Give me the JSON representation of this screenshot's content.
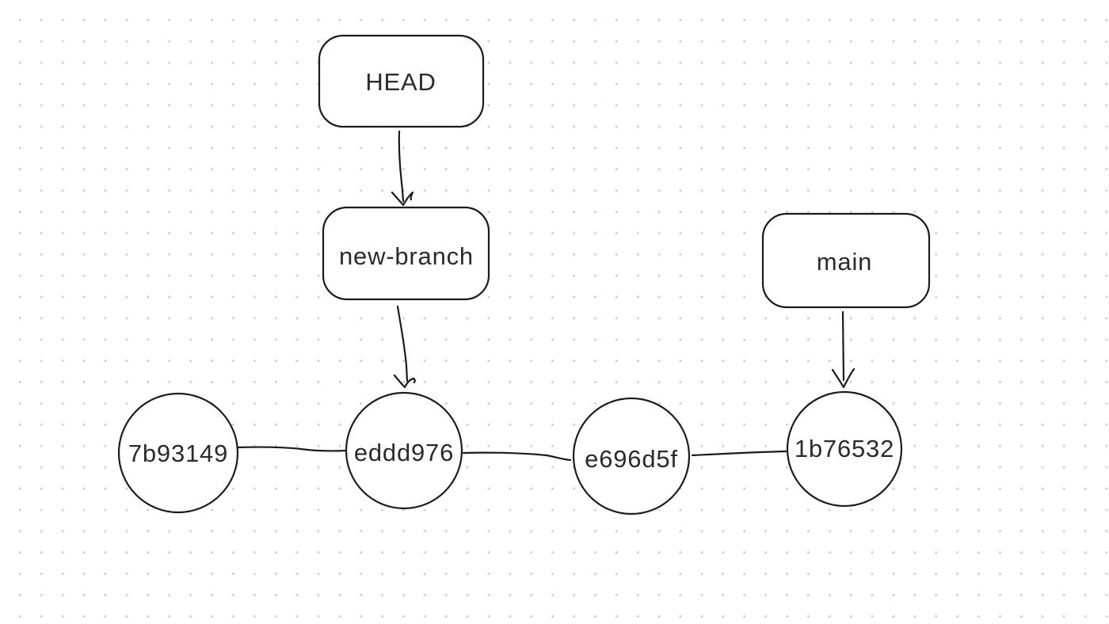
{
  "diagram": {
    "kind": "git-commit-graph",
    "colors": {
      "background": "#ffffff",
      "grid_dot": "#d4d4d6",
      "stroke": "#1c1c1c",
      "text": "#2b2b2b"
    },
    "branches": [
      {
        "label": "HEAD",
        "shape": "rounded-rectangle",
        "points_to": "new-branch"
      },
      {
        "label": "new-branch",
        "shape": "rounded-rectangle",
        "points_to": "eddd976"
      },
      {
        "label": "main",
        "shape": "rounded-rectangle",
        "points_to": "1b76532"
      }
    ],
    "commits": [
      {
        "label": "7b93149",
        "shape": "circle"
      },
      {
        "label": "eddd976",
        "shape": "circle"
      },
      {
        "label": "e696d5f",
        "shape": "circle"
      },
      {
        "label": "1b76532",
        "shape": "circle"
      }
    ],
    "edges": [
      {
        "from": "HEAD",
        "to": "new-branch",
        "type": "arrow"
      },
      {
        "from": "new-branch",
        "to": "eddd976",
        "type": "arrow"
      },
      {
        "from": "main",
        "to": "1b76532",
        "type": "arrow"
      },
      {
        "from": "7b93149",
        "to": "eddd976",
        "type": "line"
      },
      {
        "from": "eddd976",
        "to": "e696d5f",
        "type": "line"
      },
      {
        "from": "e696d5f",
        "to": "1b76532",
        "type": "line"
      }
    ]
  }
}
